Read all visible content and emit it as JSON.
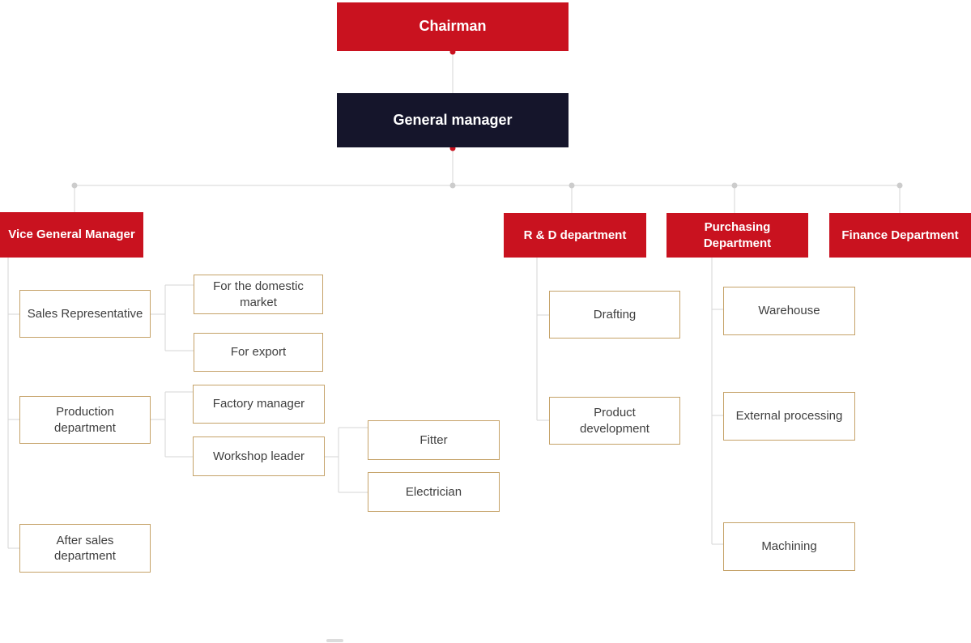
{
  "colors": {
    "red": "#c9121f",
    "navy": "#15152b",
    "tan": "#c5a268",
    "line": "#d6d6d6",
    "dot": "#cccccc",
    "text_dark": "#3f3f3f"
  },
  "org": {
    "chairman": {
      "label": "Chairman"
    },
    "general_manager": {
      "label": "General manager"
    },
    "vgm": {
      "label": "Vice General Manager",
      "sales": {
        "label": "Sales Representative",
        "domestic": {
          "label": "For the domestic\nmarket"
        },
        "export": {
          "label": "For export"
        }
      },
      "production": {
        "label": "Production\ndepartment",
        "factory_manager": {
          "label": "Factory manager"
        },
        "workshop_leader": {
          "label": "Workshop leader",
          "fitter": {
            "label": "Fitter"
          },
          "electrician": {
            "label": "Electrician"
          }
        }
      },
      "after_sales": {
        "label": "After sales\ndepartment"
      }
    },
    "rnd": {
      "label": "R & D department",
      "drafting": {
        "label": "Drafting"
      },
      "product_development": {
        "label": "Product\ndevelopment"
      }
    },
    "purchasing": {
      "label": "Purchasing\nDepartment",
      "warehouse": {
        "label": "Warehouse"
      },
      "external_processing": {
        "label": "External processing"
      },
      "machining": {
        "label": "Machining"
      }
    },
    "finance": {
      "label": "Finance Department"
    }
  }
}
